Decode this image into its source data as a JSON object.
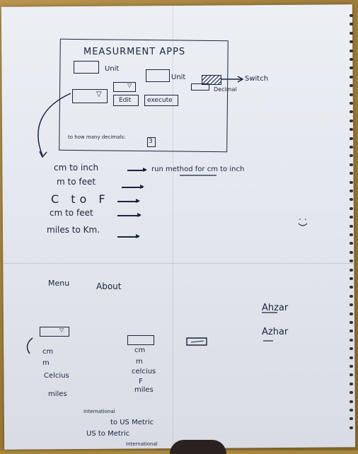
{
  "sketch": {
    "title": "MEASURMENT APPS",
    "unit_label_1": "Unit",
    "unit_label_2": "Unit",
    "switch_label": "Switch",
    "decimal_label": "Decimal",
    "edit_button": "Edit",
    "execute_button": "execute",
    "decimals_prompt": "to how many decimals:",
    "decimals_value": "3",
    "conversions": [
      {
        "label": "cm to inch",
        "action": "run method for cm to inch"
      },
      {
        "label": "m to feet"
      },
      {
        "label": "C to F"
      },
      {
        "label": "cm to feet"
      },
      {
        "label": "miles to Km."
      }
    ],
    "menu_label": "Menu",
    "about_label": "About",
    "names": [
      "Ahzar",
      "Azhar"
    ],
    "list_left": [
      "cm",
      "m",
      "Celcius",
      "miles"
    ],
    "list_middle": [
      "cm",
      "m",
      "celcius",
      "F",
      "miles"
    ],
    "bottom_note_1_top": "International",
    "bottom_note_1": "to US Metric",
    "bottom_note_2": "US to  Metric",
    "bottom_note_2_bottom": "International",
    "smiley": ":)"
  }
}
